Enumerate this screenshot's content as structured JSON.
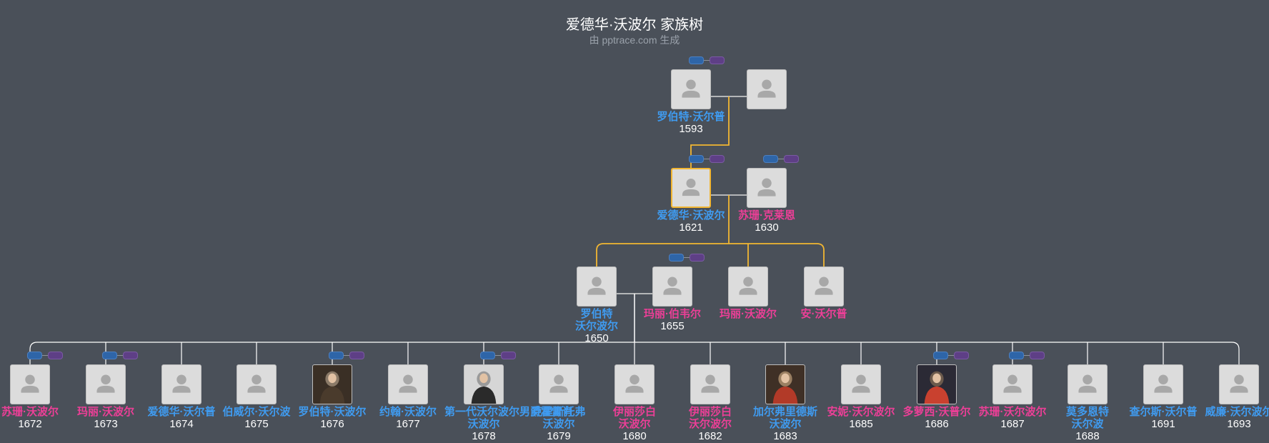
{
  "header": {
    "title": "爱德华·沃波尔 家族树",
    "subtitle": "由 pptrace.com 生成"
  },
  "colors": {
    "background": "#4a5059",
    "male_name": "#3f9bf0",
    "female_name": "#ec3f97",
    "lineage_line": "#f2b632",
    "spouse_line": "#d8d8d8",
    "child_line": "#ffffff",
    "badge_blue": "#2e65a8",
    "badge_purple": "#5e3f86"
  },
  "people": [
    {
      "id": "p1",
      "name_lines": [
        "罗伯特·沃尔普"
      ],
      "year": "1593",
      "gender": "male"
    },
    {
      "id": "p2",
      "name_lines": [],
      "year": "",
      "gender": "unknown"
    },
    {
      "id": "p3",
      "name_lines": [
        "爱德华·沃波尔"
      ],
      "year": "1621",
      "gender": "male",
      "selected": true
    },
    {
      "id": "p4",
      "name_lines": [
        "苏珊·克莱恩"
      ],
      "year": "1630",
      "gender": "female"
    },
    {
      "id": "p5",
      "name_lines": [
        "罗伯特",
        "沃尔波尔"
      ],
      "year": "1650",
      "gender": "male"
    },
    {
      "id": "p6",
      "name_lines": [
        "玛丽·伯韦尔"
      ],
      "year": "1655",
      "gender": "female"
    },
    {
      "id": "p7",
      "name_lines": [
        "玛丽·沃波尔"
      ],
      "year": "",
      "gender": "female"
    },
    {
      "id": "p8",
      "name_lines": [
        "安·沃尔普"
      ],
      "year": "",
      "gender": "female"
    },
    {
      "id": "c1",
      "name_lines": [
        "苏珊·沃波尔"
      ],
      "year": "1672",
      "gender": "female"
    },
    {
      "id": "c2",
      "name_lines": [
        "玛丽·沃波尔"
      ],
      "year": "1673",
      "gender": "female"
    },
    {
      "id": "c3",
      "name_lines": [
        "爱德华·沃尔普"
      ],
      "year": "1674",
      "gender": "male"
    },
    {
      "id": "c4",
      "name_lines": [
        "伯威尔·沃尔波"
      ],
      "year": "1675",
      "gender": "male"
    },
    {
      "id": "c5",
      "name_lines": [
        "罗伯特·沃波尔"
      ],
      "year": "1676",
      "gender": "male",
      "portrait": true
    },
    {
      "id": "c6",
      "name_lines": [
        "约翰·沃波尔"
      ],
      "year": "1677",
      "gender": "male"
    },
    {
      "id": "c7",
      "name_lines": [
        "第一代沃尔波尔男爵霍雷肖",
        "沃波尔"
      ],
      "year": "1678",
      "gender": "male",
      "portrait": true
    },
    {
      "id": "c8",
      "name_lines": [
        "克里斯托弗",
        "沃波尔"
      ],
      "year": "1679",
      "gender": "male"
    },
    {
      "id": "c9",
      "name_lines": [
        "伊丽莎白",
        "沃波尔"
      ],
      "year": "1680",
      "gender": "female"
    },
    {
      "id": "c10",
      "name_lines": [
        "伊丽莎白",
        "沃尔波尔"
      ],
      "year": "1682",
      "gender": "female"
    },
    {
      "id": "c11",
      "name_lines": [
        "加尔弗里德斯",
        "沃波尔"
      ],
      "year": "1683",
      "gender": "male",
      "portrait": true
    },
    {
      "id": "c12",
      "name_lines": [
        "安妮·沃尔波尔"
      ],
      "year": "1685",
      "gender": "female"
    },
    {
      "id": "c13",
      "name_lines": [
        "多萝西·沃普尔"
      ],
      "year": "1686",
      "gender": "female",
      "portrait": true
    },
    {
      "id": "c14",
      "name_lines": [
        "苏珊·沃尔波尔"
      ],
      "year": "1687",
      "gender": "female"
    },
    {
      "id": "c15",
      "name_lines": [
        "莫多恩特",
        "沃尔波"
      ],
      "year": "1688",
      "gender": "male"
    },
    {
      "id": "c16",
      "name_lines": [
        "查尔斯·沃尔普"
      ],
      "year": "1691",
      "gender": "male"
    },
    {
      "id": "c17",
      "name_lines": [
        "威廉·沃尔波尔"
      ],
      "year": "1693",
      "gender": "male"
    }
  ]
}
